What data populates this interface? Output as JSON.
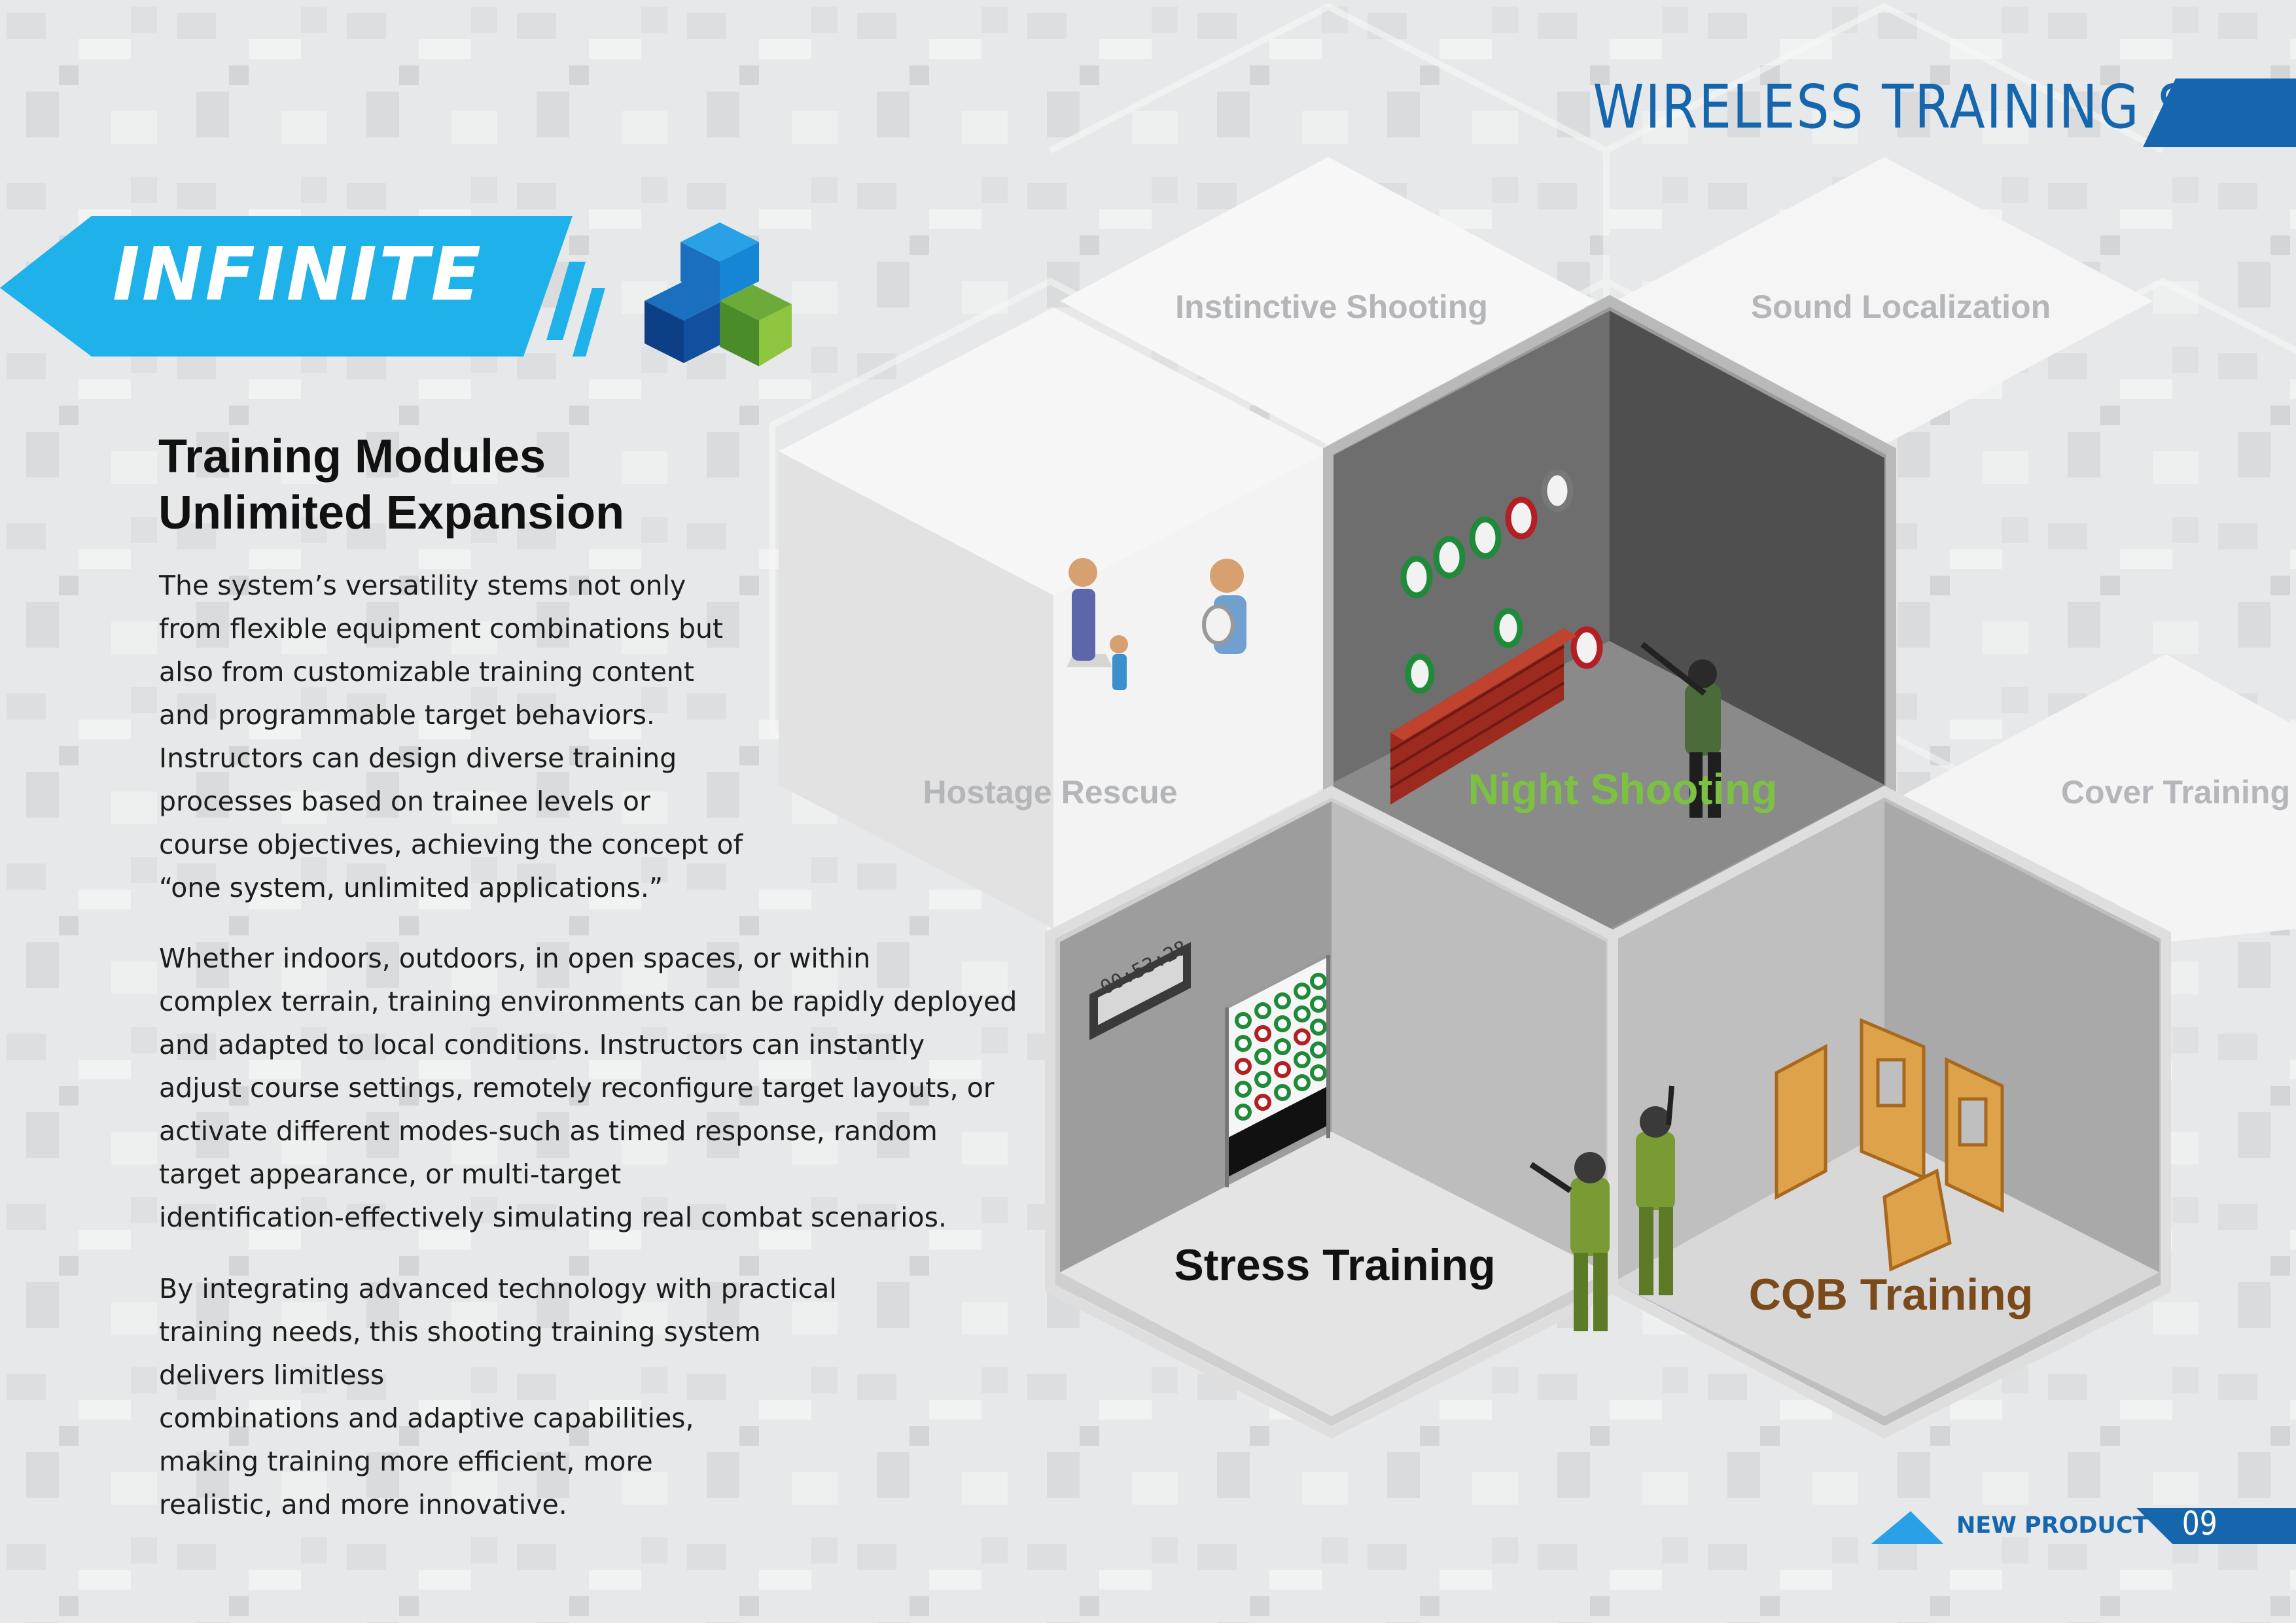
{
  "header": {
    "title": "WIRELESS TRAINING SYSTEM"
  },
  "badge": {
    "label": "INFINITE"
  },
  "heading": {
    "line1": "Training Modules",
    "line2": "Unlimited Expansion"
  },
  "paragraphs": [
    "The system’s versatility stems not only\nfrom flexible equipment combinations but\nalso from customizable training content\nand programmable target behaviors.\nInstructors can design diverse training\nprocesses based on trainee levels or\ncourse objectives, achieving the concept of\n“one system, unlimited applications.”",
    "Whether indoors, outdoors, in open spaces, or within\ncomplex terrain, training environments can be rapidly deployed\nand adapted to local conditions. Instructors can instantly\nadjust course settings, remotely reconfigure target layouts, or\nactivate different modes-such as timed response, random\ntarget appearance, or multi-target\nidentification-effectively simulating real combat scenarios.",
    "By integrating advanced technology with practical\ntraining needs, this shooting training system\ndelivers limitless\ncombinations and adaptive capabilities,\nmaking training more efficient, more\nrealistic, and more innovative."
  ],
  "modules": {
    "instinctive": "Instinctive Shooting",
    "sound": "Sound Localization",
    "hostage": "Hostage Rescue",
    "night": "Night Shooting",
    "cover": "Cover Training",
    "stress": "Stress Training",
    "cqb": "CQB Training"
  },
  "timer": {
    "display": "00:53:28"
  },
  "footer": {
    "label": "NEW PRODUCT",
    "page": "09"
  },
  "colors": {
    "brand_blue": "#1566ad",
    "badge_cyan": "#1fb1ea",
    "night_green": "#7cc142",
    "cqb_brown": "#7a4a1a",
    "soft_gray": "#b4b6b9"
  }
}
